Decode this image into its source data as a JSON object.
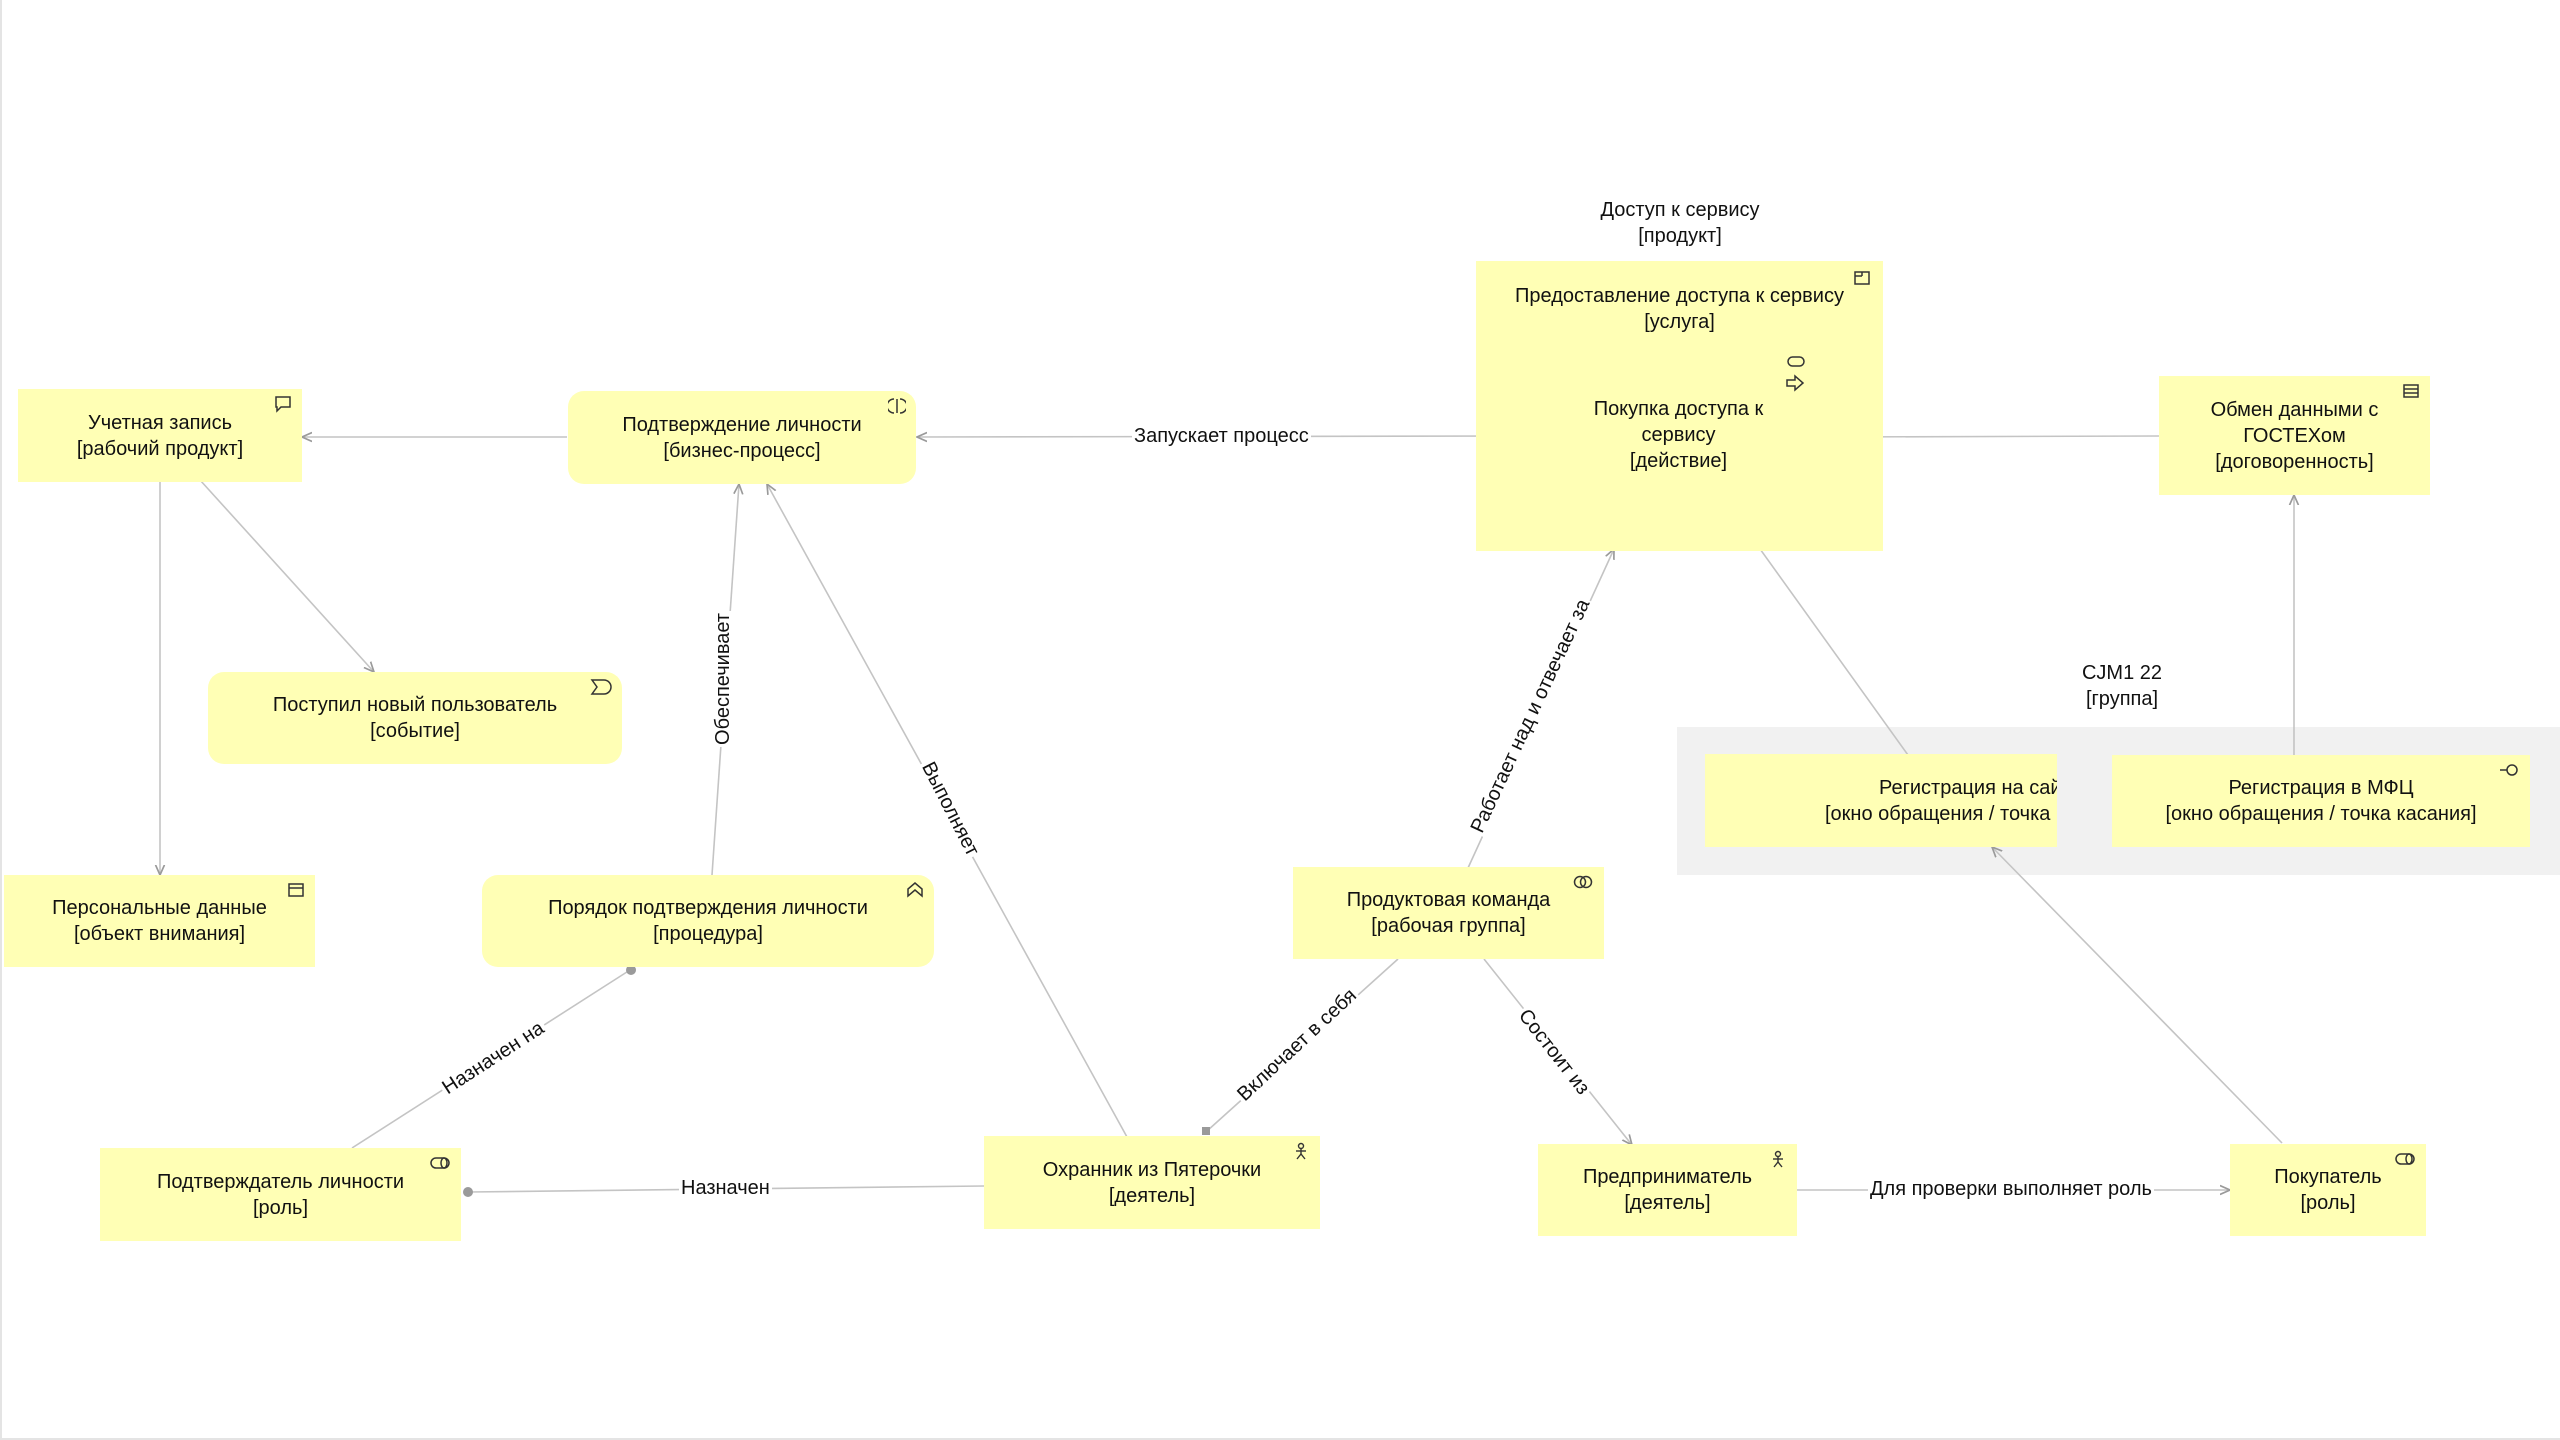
{
  "nodes": {
    "account": {
      "name": "Учетная запись",
      "kind": "[рабочий продукт]",
      "icon": "speech-bubble-icon"
    },
    "identity_process": {
      "name": "Подтверждение личности",
      "kind": "[бизнес-процесс]",
      "icon": "process-icon"
    },
    "new_user_event": {
      "name": "Поступил новый пользователь",
      "kind": "[событие]",
      "icon": "event-icon"
    },
    "personal_data": {
      "name": "Персональные данные",
      "kind": "[объект внимания]",
      "icon": "object-icon"
    },
    "procedure": {
      "name": "Порядок подтверждения личности",
      "kind": "[процедура]",
      "icon": "procedure-icon"
    },
    "verifier_role": {
      "name": "Подтверждатель личности",
      "kind": "[роль]",
      "icon": "role-icon"
    },
    "guard_actor": {
      "name": "Охранник из Пятерочки",
      "kind": "[деятель]",
      "icon": "actor-icon"
    },
    "product_team": {
      "name": "Продуктовая команда",
      "kind": "[рабочая группа]",
      "icon": "collaboration-icon"
    },
    "entrepreneur": {
      "name": "Предприниматель",
      "kind": "[деятель]",
      "icon": "actor-icon"
    },
    "buyer_role": {
      "name": "Покупатель",
      "kind": "[роль]",
      "icon": "role-icon"
    },
    "access_service": {
      "name": "Предоставление доступа к сервису",
      "kind": "[услуга]",
      "icon": "service-icon"
    },
    "purchase_action": {
      "name": "Покупка доступа к сервису",
      "kind": "[действие]",
      "icon": "action-icon"
    },
    "gostech_contract": {
      "name": "Обмен данными с ГОСТЕХом",
      "kind": "[договоренность]",
      "icon": "contract-icon"
    },
    "site_registration": {
      "name": "Регистрация на сайте",
      "kind": "[окно обращения / точка касания]",
      "icon": "interface-icon"
    },
    "mfc_registration": {
      "name": "Регистрация в МФЦ",
      "kind": "[окно обращения / точка касания]",
      "icon": "interface-icon"
    }
  },
  "product": {
    "name": "Доступ к сервису",
    "kind": "[продукт]"
  },
  "group": {
    "name": "CJM1 22",
    "kind": "[группа]"
  },
  "edges": {
    "launches": "Запускает процесс",
    "provides": "Обеспечивает",
    "performs": "Выполняет",
    "works_on": "Работает над и отвечает за",
    "assigned_to": "Назначен на",
    "assigned": "Назначен",
    "includes": "Включает в себя",
    "consists_of": "Состоит из",
    "plays_role": "Для проверки выполняет роль"
  },
  "colors": {
    "node_fill": "#ffffb5",
    "edge": "#bfbfbf",
    "group_fill": "#f1f1f1"
  }
}
